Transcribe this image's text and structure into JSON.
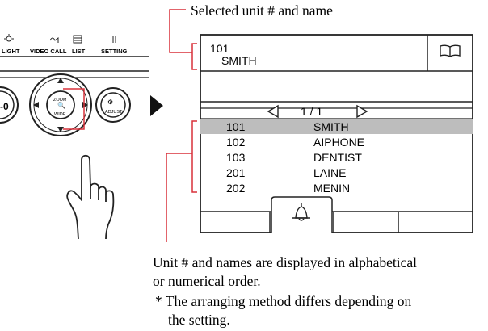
{
  "callout_top": "Selected unit # and name",
  "selected": {
    "number": "101",
    "name": "SMITH"
  },
  "pager": {
    "text": "1 / 1",
    "prev_icon": "triangle-left-icon",
    "next_icon": "triangle-right-icon"
  },
  "book_icon": "book-icon",
  "list": [
    {
      "number": "101",
      "name": "SMITH",
      "highlighted": true
    },
    {
      "number": "102",
      "name": "AIPHONE"
    },
    {
      "number": "103",
      "name": "DENTIST"
    },
    {
      "number": "201",
      "name": "LAINE"
    },
    {
      "number": "202",
      "name": "MENIN"
    }
  ],
  "soft_keys": [
    "",
    "bell-icon",
    "",
    ""
  ],
  "monitor_buttons": [
    "LIGHT",
    "VIDEO CALL",
    "LIST",
    "SETTING"
  ],
  "joystick": {
    "label_top": "ZOOM",
    "label_bottom": "WIDE",
    "side_label_top": "",
    "side_label_bottom": "ADJUST"
  },
  "caption": {
    "line1": "Unit # and names are displayed in alphabetical",
    "line2": "or numerical order.",
    "note1": "* The arranging method differs depending on",
    "note2": "the setting."
  },
  "colors": {
    "callout": "#d8303a",
    "highlight": "#bdbdbd",
    "line": "#222222"
  }
}
